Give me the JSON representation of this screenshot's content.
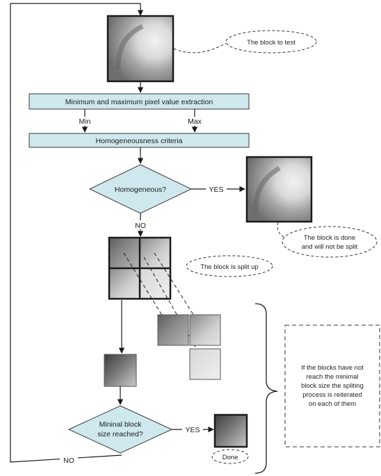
{
  "colors": {
    "process_fill": "#cfe8ee",
    "process_stroke": "#3a3a3a",
    "decision_fill": "#cfe8ee",
    "line": "#1a1a1a",
    "block_dark": "#555555",
    "block_light": "#e6e6e6"
  },
  "callouts": {
    "block_to_test": "The block to test",
    "block_done_line1": "The block is done",
    "block_done_line2": "and will not be split",
    "block_split": "The block is split up",
    "done": "Done"
  },
  "steps": {
    "extraction": "Minimum and maximum pixel value extraction",
    "min_label": "Min",
    "max_label": "Max",
    "criteria": "Homogeneousness criteria"
  },
  "decisions": {
    "homogeneous": "Homogeneous?",
    "homogeneous_yes": "YES",
    "homogeneous_no": "NO",
    "minimal_line1": "Mininal block",
    "minimal_line2": "size reached?",
    "minimal_yes": "YES",
    "minimal_no": "NO"
  },
  "note": {
    "line1": "If the blocks have not",
    "line2": "reach the minimal",
    "line3": "block size the spliting",
    "line4": "process is reiterated",
    "line5": "on each of them"
  }
}
